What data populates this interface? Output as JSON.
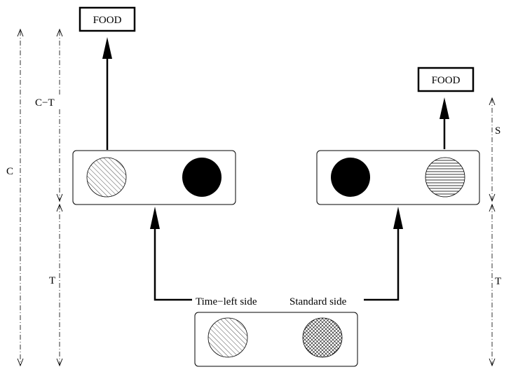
{
  "diagram": {
    "food_left": "FOOD",
    "food_right": "FOOD",
    "dim_labels": {
      "c": "C",
      "c_minus_t": "C−T",
      "t_left": "T",
      "s": "S",
      "t_right": "T"
    },
    "time_left_label": "Time−left side",
    "standard_label": "Standard side"
  }
}
